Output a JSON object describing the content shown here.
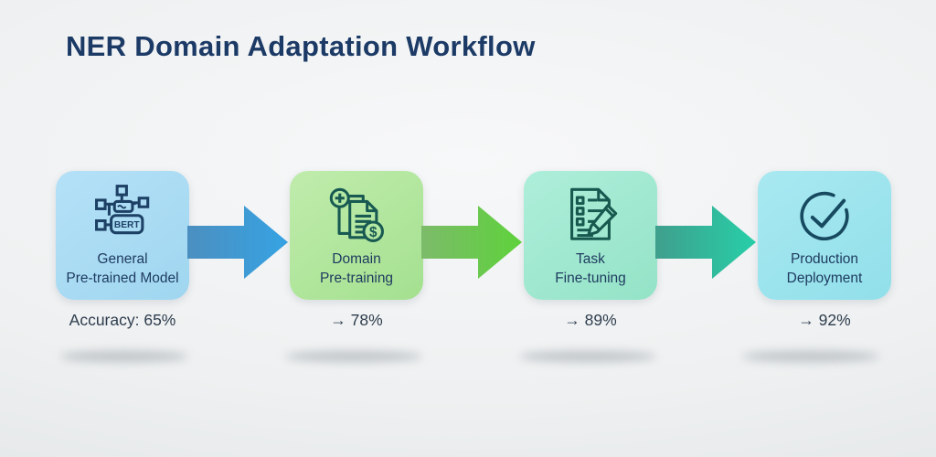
{
  "title": "NER Domain Adaptation Workflow",
  "steps": [
    {
      "label_line1": "General",
      "label_line2": "Pre-trained Model",
      "metric": "Accuracy: 65%",
      "icon": "bert-model-network-icon",
      "icon_badge_text": "BERT",
      "box_color": "#a9dbf4"
    },
    {
      "label_line1": "Domain",
      "label_line2": "Pre-training",
      "metric": "→ 78%",
      "icon": "documents-plus-dollar-icon",
      "box_color": "#b0e69c"
    },
    {
      "label_line1": "Task",
      "label_line2": "Fine-tuning",
      "metric": "→ 89%",
      "icon": "checklist-pencil-icon",
      "box_color": "#a1e8d0"
    },
    {
      "label_line1": "Production",
      "label_line2": "Deployment",
      "metric": "→ 92%",
      "icon": "check-circle-icon",
      "box_color": "#9fe4ee"
    }
  ],
  "arrows": [
    {
      "from": "General Pre-trained Model",
      "to": "Domain Pre-training",
      "color_start": "#4b8fc0",
      "color_end": "#36a3e3"
    },
    {
      "from": "Domain Pre-training",
      "to": "Task Fine-tuning",
      "color_start": "#7cbb6a",
      "color_end": "#5ed23b"
    },
    {
      "from": "Task Fine-tuning",
      "to": "Production Deployment",
      "color_start": "#3f9f8d",
      "color_end": "#27cfa8"
    }
  ],
  "colors": {
    "background": "#eef0f1",
    "title_text": "#1c3a66",
    "label_text": "#1e3a5f",
    "metric_text": "#2e3d4d",
    "icon_stroke_blue_box": "#1d4065",
    "icon_stroke_green_box": "#185a52",
    "icon_stroke_mint_box": "#17594f",
    "icon_stroke_cyan_box": "#174a60"
  }
}
